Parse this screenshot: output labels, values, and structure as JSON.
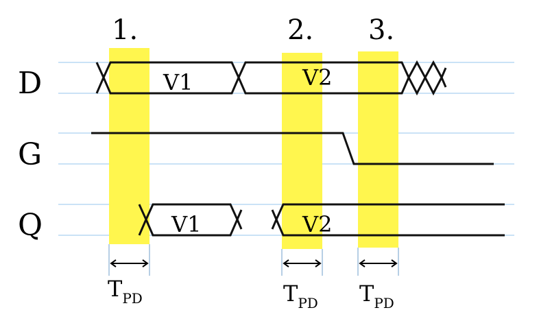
{
  "markers": [
    "1.",
    "2.",
    "3."
  ],
  "signals": {
    "d": "D",
    "g": "G",
    "q": "Q"
  },
  "values": {
    "d_v1": "V1",
    "d_v2": "V2",
    "q_v1": "V1",
    "q_v2": "V2"
  },
  "delay": {
    "main": "T",
    "sub": "PD"
  },
  "colors": {
    "highlight": "#fff64e",
    "guide": "#b8d8f4",
    "signal": "#111111"
  }
}
